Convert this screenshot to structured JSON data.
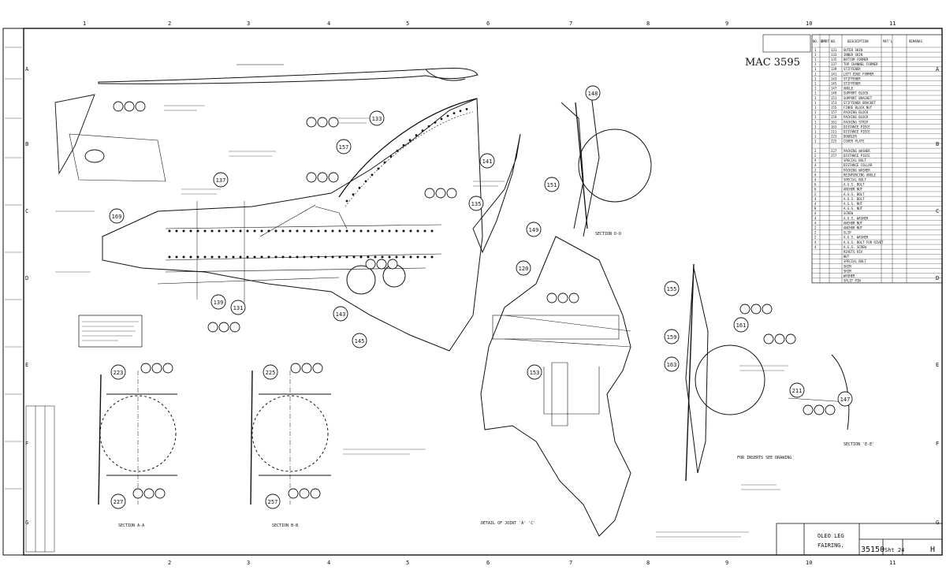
{
  "grid": {
    "top_numbers": [
      "1",
      "2",
      "3",
      "4",
      "5",
      "6",
      "7",
      "8",
      "9",
      "10",
      "11"
    ],
    "bottom_numbers": [
      "2",
      "3",
      "4",
      "5",
      "6",
      "7",
      "8",
      "9",
      "10",
      "11"
    ],
    "row_letters": [
      "A",
      "B",
      "C",
      "D",
      "E",
      "F",
      "G"
    ]
  },
  "handwritten_ref": "MAC 3595",
  "title_block": {
    "title_line1": "OLEO LEG",
    "title_line2": "FAIRING.",
    "drawing_number": "35150",
    "sheet_label": "Sht 24",
    "issue_letter": "H"
  },
  "section_labels": {
    "section_a": "SECTION A-A",
    "section_b": "SECTION B-B",
    "section_dd": "SECTION D-D",
    "section_ee": "SECTION 'E-E'",
    "detail_joint": "DETAIL OF JOINT 'A' 'C'",
    "flush_note": "FOR INSERTS SEE DRAWING"
  },
  "balloons": [
    "133",
    "157",
    "141",
    "135",
    "137",
    "169",
    "139",
    "131",
    "143",
    "145",
    "148",
    "151",
    "149",
    "120",
    "153",
    "155",
    "161",
    "159",
    "163",
    "147",
    "211",
    "223",
    "225",
    "227",
    "257"
  ],
  "parts_list": {
    "header": [
      "NO. OFF",
      "PART NO.",
      "DESCRIPTION",
      "MAT'L",
      "REMARKS"
    ],
    "rows": [
      {
        "no": "1",
        "part": "131",
        "desc": "OUTER SKIN"
      },
      {
        "no": "1",
        "part": "133",
        "desc": "INNER SKIN"
      },
      {
        "no": "1",
        "part": "135",
        "desc": "BOTTOM FORMER"
      },
      {
        "no": "1",
        "part": "137",
        "desc": "TOP CHANNEL FORMER"
      },
      {
        "no": "1",
        "part": "139",
        "desc": "STIFFENER"
      },
      {
        "no": "1",
        "part": "141",
        "desc": "LEFT EDGE FORMER"
      },
      {
        "no": "1",
        "part": "143",
        "desc": "STIFFENER"
      },
      {
        "no": "1",
        "part": "145",
        "desc": "STIFFENER"
      },
      {
        "no": "1",
        "part": "147",
        "desc": "ANGLE"
      },
      {
        "no": "1",
        "part": "149",
        "desc": "SUPPORT BLOCK"
      },
      {
        "no": "1",
        "part": "151",
        "desc": "SUPPORT BRACKET"
      },
      {
        "no": "1",
        "part": "153",
        "desc": "STIFFENER BRACKET"
      },
      {
        "no": "1",
        "part": "155",
        "desc": "FIBRE BLOCK NUT"
      },
      {
        "no": "1",
        "part": "157",
        "desc": "PACKING BLOCK"
      },
      {
        "no": "1",
        "part": "159",
        "desc": "PACKING BLOCK"
      },
      {
        "no": "1",
        "part": "161",
        "desc": "PACKING STRIP"
      },
      {
        "no": "1",
        "part": "163",
        "desc": "DISTANCE PIECE"
      },
      {
        "no": "1",
        "part": "211",
        "desc": "DISTANCE PIECE"
      },
      {
        "no": "1",
        "part": "223",
        "desc": "DOUBLER"
      },
      {
        "no": "1",
        "part": "225",
        "desc": "COVER PLATE"
      },
      {
        "no": "",
        "part": "",
        "desc": ""
      },
      {
        "no": "2",
        "part": "227",
        "desc": "PACKING WASHER"
      },
      {
        "no": "2",
        "part": "257",
        "desc": "DISTANCE PIECE"
      },
      {
        "no": "4",
        "part": "",
        "desc": "SPECIAL BOLT"
      },
      {
        "no": "4",
        "part": "",
        "desc": "DISTANCE COLLAR"
      },
      {
        "no": "2",
        "part": "",
        "desc": "PACKING WASHER"
      },
      {
        "no": "4",
        "part": "",
        "desc": "REINFORCING ANGLE"
      },
      {
        "no": "4",
        "part": "",
        "desc": "SPECIAL BOLT"
      },
      {
        "no": "6",
        "part": "",
        "desc": "A.G.S. BOLT"
      },
      {
        "no": "6",
        "part": "",
        "desc": "ANCHOR NUT"
      },
      {
        "no": "2",
        "part": "",
        "desc": "A.G.S. BOLT"
      },
      {
        "no": "4",
        "part": "",
        "desc": "A.G.S. BOLT"
      },
      {
        "no": "4",
        "part": "",
        "desc": "A.G.S. NUT"
      },
      {
        "no": "8",
        "part": "",
        "desc": "A.G.S. NUT"
      },
      {
        "no": "4",
        "part": "",
        "desc": "SCREW"
      },
      {
        "no": "4",
        "part": "",
        "desc": "A.G.S. WASHER"
      },
      {
        "no": "4",
        "part": "",
        "desc": "ANCHOR NUT"
      },
      {
        "no": "2",
        "part": "",
        "desc": "ANCHOR NUT"
      },
      {
        "no": "2",
        "part": "",
        "desc": "SLIP"
      },
      {
        "no": "2",
        "part": "",
        "desc": "A.G.S. WASHER"
      },
      {
        "no": "4",
        "part": "",
        "desc": "A.G.S. BOLT FOR RIVET"
      },
      {
        "no": "4",
        "part": "",
        "desc": "A.G.S. SCREW"
      },
      {
        "no": "",
        "part": "",
        "desc": "RIVETS RIV"
      },
      {
        "no": "",
        "part": "",
        "desc": "NUT"
      },
      {
        "no": "",
        "part": "",
        "desc": "SPECIAL BOLT"
      },
      {
        "no": "",
        "part": "",
        "desc": "SHIM"
      },
      {
        "no": "",
        "part": "",
        "desc": "SHIM"
      },
      {
        "no": "",
        "part": "",
        "desc": "WASHER"
      },
      {
        "no": "",
        "part": "",
        "desc": "SPLIT PIN"
      }
    ]
  },
  "colors": {
    "ink": "#111111",
    "paper": "#ffffff"
  }
}
